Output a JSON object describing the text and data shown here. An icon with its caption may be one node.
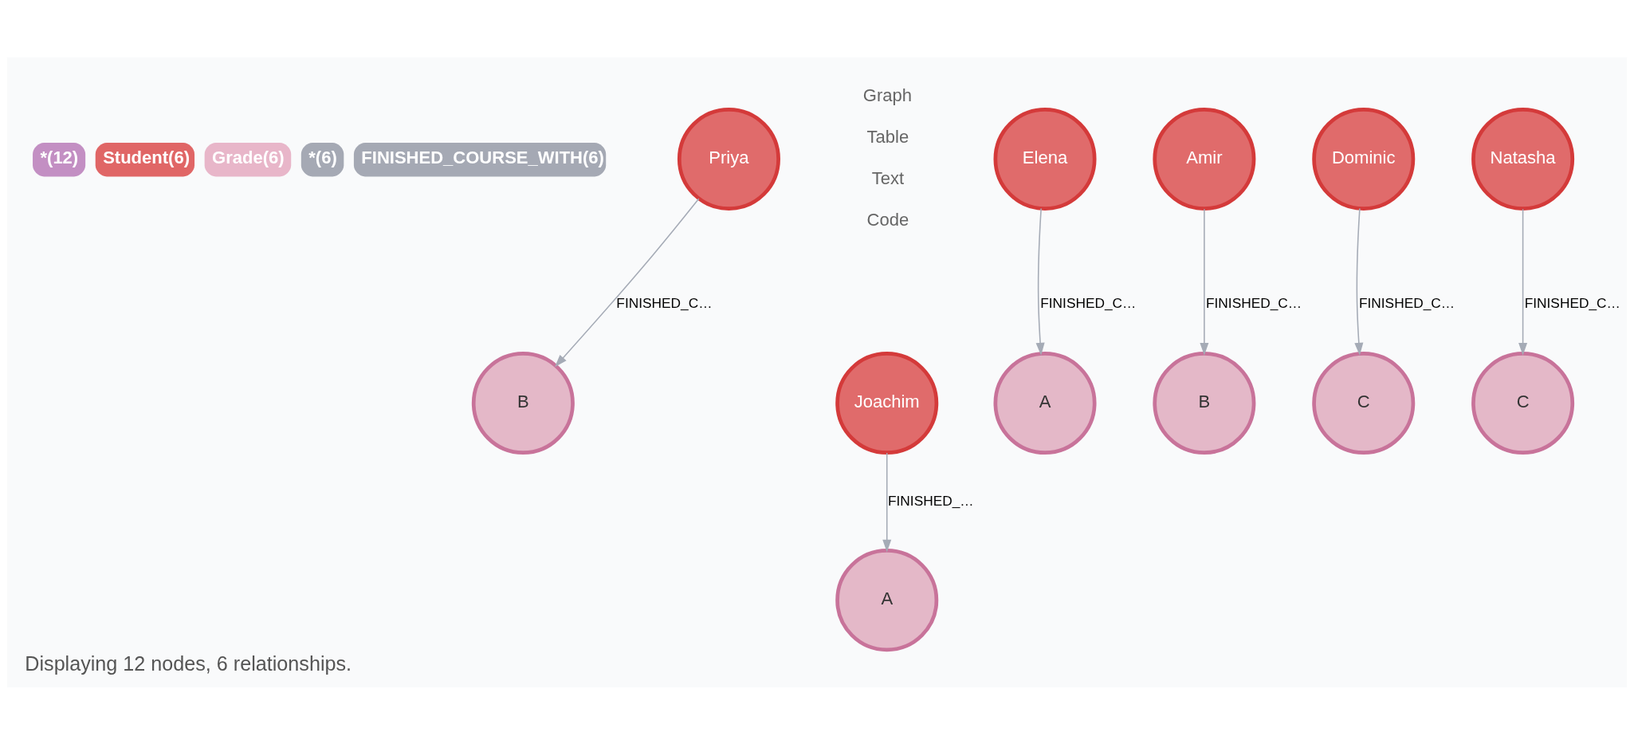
{
  "diagram": {
    "caption": "Displaying 12 nodes, 6 relationships.",
    "nodes": [
      {
        "text": [
          "B"
        ]
      },
      {
        "text": [
          "A"
        ]
      },
      {
        "text": [
          "B"
        ]
      },
      {
        "text": [
          "Amir"
        ]
      },
      {
        "text": [
          "Dominic"
        ]
      },
      {
        "text": [
          "Elena"
        ]
      },
      {
        "text": [
          "Priya"
        ]
      },
      {
        "text": [
          "Natasha"
        ]
      },
      {
        "text": [
          "Joachim"
        ]
      },
      {
        "text": [
          "A"
        ]
      },
      {
        "text": [
          "C"
        ]
      },
      {
        "text": [
          "C"
        ]
      }
    ],
    "edges": [
      {
        "from": 8,
        "to": 9,
        "arrow": "to",
        "label": "FINISHED_…"
      },
      {
        "from": 6,
        "to": 0,
        "arrow": "to",
        "label": "FINISHED_C…"
      },
      {
        "from": 4,
        "to": 10,
        "arrow": "to",
        "label": "FINISHED_C…"
      },
      {
        "from": 5,
        "to": 1,
        "arrow": "to",
        "label": "FINISHED_C…"
      },
      {
        "from": 7,
        "to": 11,
        "arrow": "to",
        "label": "FINISHED_C…"
      },
      {
        "from": 3,
        "to": 2,
        "arrow": "to",
        "label": "FINISHED_C…"
      }
    ],
    "labels": [
      "Graph",
      "Table",
      "Text",
      "Code"
    ],
    "legend": [
      {
        "text": "*(12)",
        "color": "#c38fc3"
      },
      {
        "text": "Student(6)",
        "color": "#e06666"
      },
      {
        "text": "Grade(6)",
        "color": "#e8b6c9"
      },
      {
        "text": "*(6)",
        "color": "#a5a9b4"
      },
      {
        "text": "FINISHED_COURSE_WITH(6)",
        "color": "#a5a9b4"
      }
    ]
  }
}
